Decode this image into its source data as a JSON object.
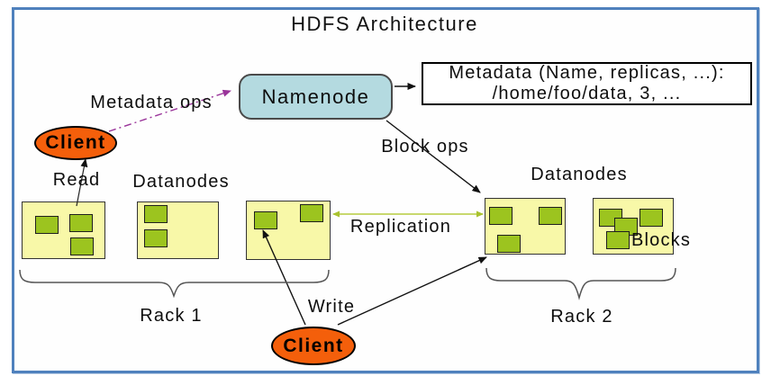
{
  "title": "HDFS Architecture",
  "namenode": {
    "label": "Namenode"
  },
  "metadata_box": {
    "line1": "Metadata (Name, replicas, ...):",
    "line2": "/home/foo/data, 3, ..."
  },
  "clients": {
    "top_label": "Client",
    "bottom_label": "Client"
  },
  "labels": {
    "metadata_ops": "Metadata ops",
    "block_ops": "Block ops",
    "read": "Read",
    "write": "Write",
    "replication": "Replication",
    "datanodes_left": "Datanodes",
    "datanodes_right": "Datanodes",
    "blocks": "Blocks",
    "rack1": "Rack 1",
    "rack2": "Rack 2"
  },
  "colors": {
    "frame": "#4f81bd",
    "namenode_fill": "#b4dae0",
    "box_fill": "#f8f8a8",
    "block_fill": "#9cc41f",
    "client_fill": "#f45f0b",
    "replication_line": "#b5cc3e",
    "metadata_ops_line": "#993399"
  }
}
